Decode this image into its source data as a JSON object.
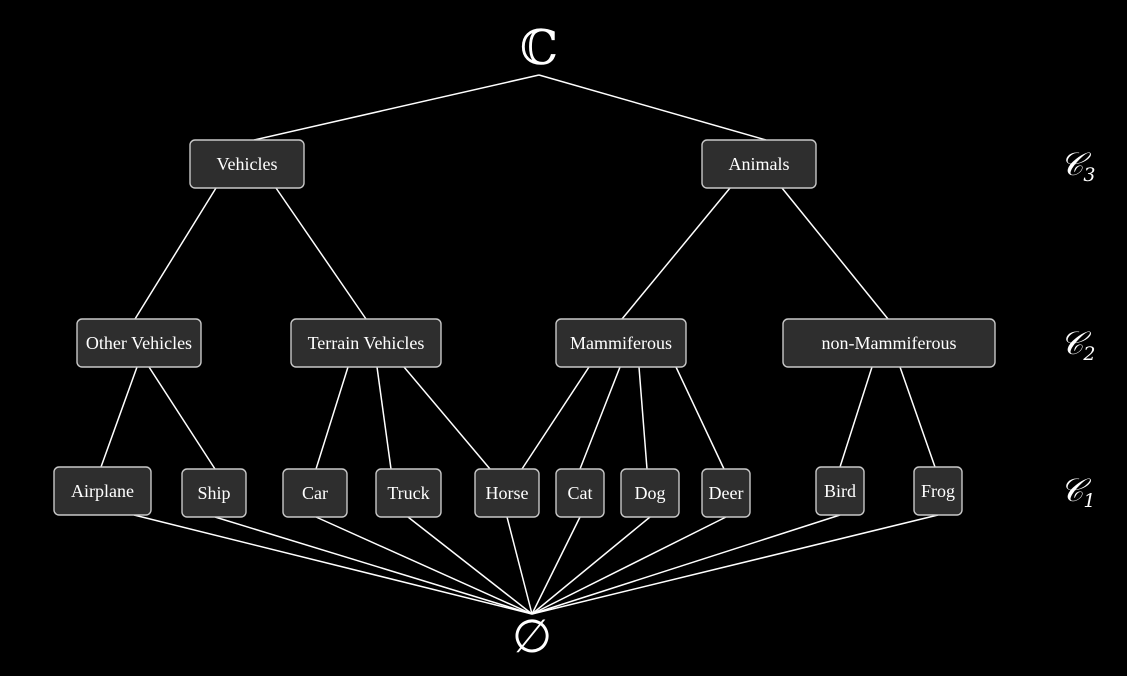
{
  "top_symbol": "ℂ",
  "bottom_symbol": "∅",
  "levels": [
    {
      "label": "𝒞",
      "sub": "3"
    },
    {
      "label": "𝒞",
      "sub": "2"
    },
    {
      "label": "𝒞",
      "sub": "1"
    }
  ],
  "nodes": {
    "vehicles": "Vehicles",
    "animals": "Animals",
    "other_vehicles": "Other Vehicles",
    "terrain_vehicles": "Terrain Vehicles",
    "mammiferous": "Mammiferous",
    "non_mammiferous": "non-Mammiferous",
    "airplane": "Airplane",
    "ship": "Ship",
    "car": "Car",
    "truck": "Truck",
    "horse": "Horse",
    "cat": "Cat",
    "dog": "Dog",
    "deer": "Deer",
    "bird": "Bird",
    "frog": "Frog"
  },
  "edges": [
    [
      "top",
      "vehicles"
    ],
    [
      "top",
      "animals"
    ],
    [
      "vehicles",
      "other_vehicles"
    ],
    [
      "vehicles",
      "terrain_vehicles"
    ],
    [
      "animals",
      "mammiferous"
    ],
    [
      "animals",
      "non_mammiferous"
    ],
    [
      "other_vehicles",
      "airplane"
    ],
    [
      "other_vehicles",
      "ship"
    ],
    [
      "terrain_vehicles",
      "car"
    ],
    [
      "terrain_vehicles",
      "truck"
    ],
    [
      "terrain_vehicles",
      "horse"
    ],
    [
      "mammiferous",
      "horse"
    ],
    [
      "mammiferous",
      "cat"
    ],
    [
      "mammiferous",
      "dog"
    ],
    [
      "mammiferous",
      "deer"
    ],
    [
      "non_mammiferous",
      "bird"
    ],
    [
      "non_mammiferous",
      "frog"
    ],
    [
      "airplane",
      "bottom"
    ],
    [
      "ship",
      "bottom"
    ],
    [
      "car",
      "bottom"
    ],
    [
      "truck",
      "bottom"
    ],
    [
      "horse",
      "bottom"
    ],
    [
      "cat",
      "bottom"
    ],
    [
      "dog",
      "bottom"
    ],
    [
      "deer",
      "bottom"
    ],
    [
      "bird",
      "bottom"
    ],
    [
      "frog",
      "bottom"
    ]
  ]
}
